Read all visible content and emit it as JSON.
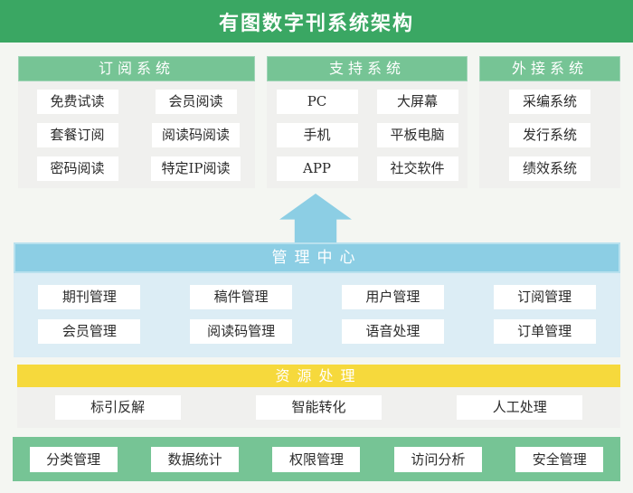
{
  "title": "有图数字刊系统架构",
  "colors": {
    "banner_green": "#3aa763",
    "section_green": "#76c495",
    "section_green_border": "#9fd4b6",
    "panel_gray": "#f0f0ee",
    "management_blue": "#8ccee4",
    "management_blue_light": "#dcedf5",
    "resource_yellow": "#f6d93c",
    "page_background": "#f4f6f2",
    "box_white": "#ffffff",
    "text_dark": "#2b2b2b",
    "header_text": "#ffffff"
  },
  "top_sections": [
    {
      "header": "订阅系统",
      "items": [
        "免费试读",
        "会员阅读",
        "套餐订阅",
        "阅读码阅读",
        "密码阅读",
        "特定IP阅读"
      ]
    },
    {
      "header": "支持系统",
      "items": [
        "PC",
        "大屏幕",
        "手机",
        "平板电脑",
        "APP",
        "社交软件"
      ]
    },
    {
      "header": "外接系统",
      "items": [
        "采编系统",
        "发行系统",
        "绩效系统"
      ]
    }
  ],
  "management": {
    "header": "管理中心",
    "items": [
      "期刊管理",
      "稿件管理",
      "用户管理",
      "订阅管理",
      "会员管理",
      "阅读码管理",
      "语音处理",
      "订单管理"
    ]
  },
  "resource": {
    "header": "资源处理",
    "items": [
      "标引反解",
      "智能转化",
      "人工处理"
    ]
  },
  "bottom": {
    "items": [
      "分类管理",
      "数据统计",
      "权限管理",
      "访问分析",
      "安全管理"
    ]
  }
}
